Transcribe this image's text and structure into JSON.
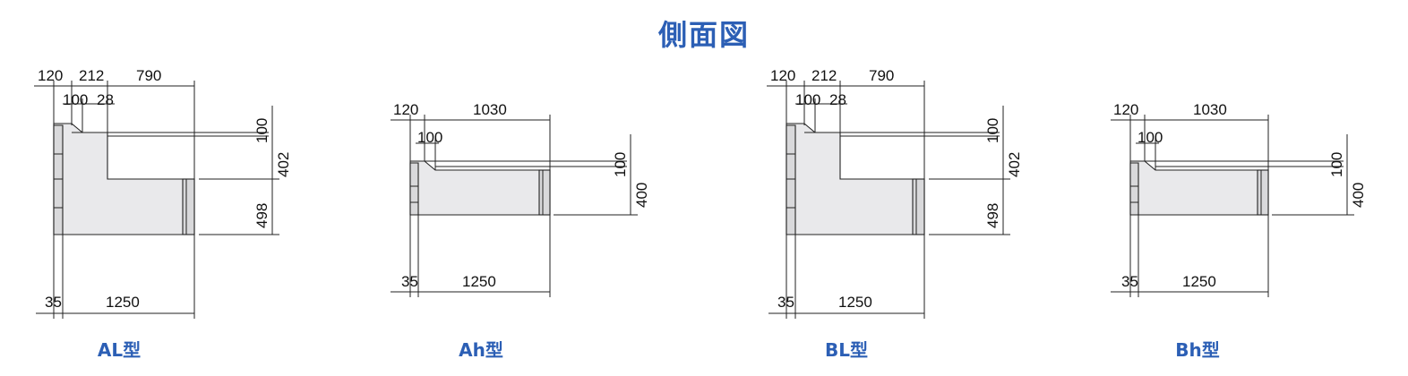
{
  "title": "側面図",
  "variants": [
    {
      "caption": "AL型",
      "top_labels": [
        "120",
        "212",
        "790"
      ],
      "second_labels": [
        "100",
        "28"
      ],
      "right_labels": [
        "100",
        "402",
        "498"
      ],
      "bottom_labels": [
        "35",
        "1250"
      ]
    },
    {
      "caption": "Ah型",
      "top_labels": [
        "120",
        "1030"
      ],
      "second_labels": [
        "100"
      ],
      "right_labels": [
        "100",
        "400"
      ],
      "bottom_labels": [
        "35",
        "1250"
      ]
    },
    {
      "caption": "BL型",
      "top_labels": [
        "120",
        "212",
        "790"
      ],
      "second_labels": [
        "100",
        "28"
      ],
      "right_labels": [
        "100",
        "402",
        "498"
      ],
      "bottom_labels": [
        "35",
        "1250"
      ]
    },
    {
      "caption": "Bh型",
      "top_labels": [
        "120",
        "1030"
      ],
      "second_labels": [
        "100"
      ],
      "right_labels": [
        "100",
        "400"
      ],
      "bottom_labels": [
        "35",
        "1250"
      ]
    }
  ]
}
